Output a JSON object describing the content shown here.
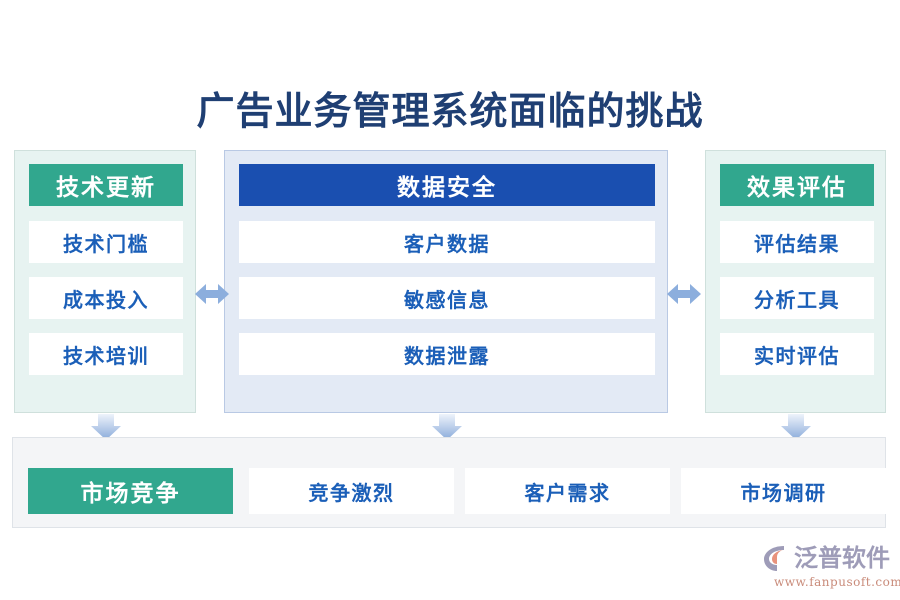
{
  "page": {
    "title": "广告业务管理系统面临的挑战",
    "background": "#ffffff",
    "title_color": "#1f3f73"
  },
  "colors": {
    "teal": "#31a78e",
    "blue": "#1a4fb0",
    "item_text": "#1b5fb8",
    "left_panel_bg": "#e7f3f1",
    "center_panel_bg": "#e3eaf5",
    "bottom_bar_bg": "#f4f5f7",
    "arrow": "#8caedd"
  },
  "columns": [
    {
      "id": "tech-update",
      "header": "技术更新",
      "header_style": "teal",
      "items": [
        "技术门槛",
        "成本投入",
        "技术培训"
      ]
    },
    {
      "id": "data-security",
      "header": "数据安全",
      "header_style": "blue",
      "items": [
        "客户数据",
        "敏感信息",
        "数据泄露"
      ]
    },
    {
      "id": "effect-evaluation",
      "header": "效果评估",
      "header_style": "teal",
      "items": [
        "评估结果",
        "分析工具",
        "实时评估"
      ]
    }
  ],
  "connectors": {
    "horizontal": [
      "double-arrow-horizontal-icon",
      "double-arrow-horizontal-icon"
    ],
    "vertical": [
      "arrow-down-icon",
      "arrow-down-icon",
      "arrow-down-icon"
    ]
  },
  "bottom_row": {
    "header": "市场竞争",
    "items": [
      "竞争激烈",
      "客户需求",
      "市场调研"
    ]
  },
  "logo": {
    "mark": "fanpu-swoosh-icon",
    "name": "泛普软件",
    "url": "www.fanpusoft.com",
    "name_color": "#9e9cb8",
    "url_color": "#c98b7a"
  }
}
